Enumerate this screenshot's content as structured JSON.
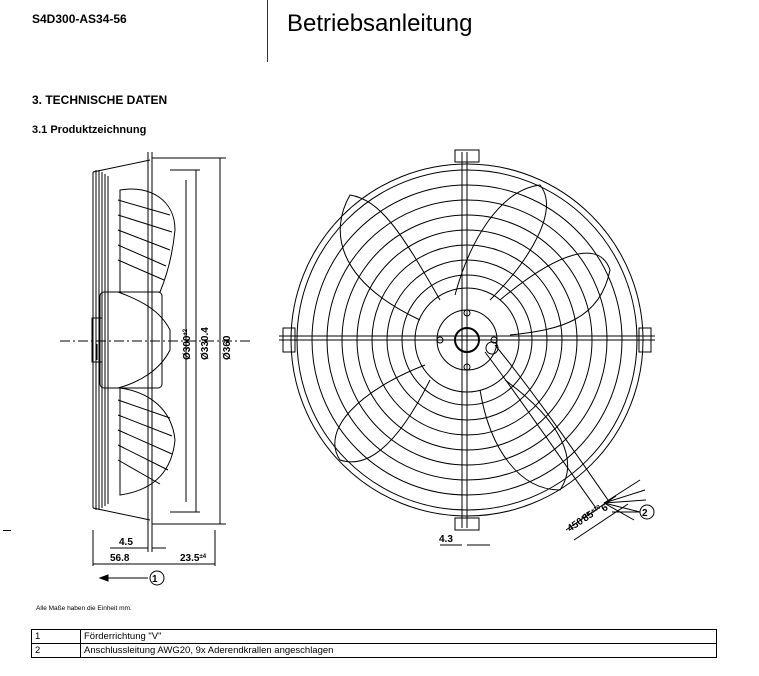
{
  "header": {
    "model": "S4D300-AS34-56",
    "title": "Betriebsanleitung"
  },
  "section": {
    "heading": "3. TECHNISCHE DATEN",
    "subheading": "3.1 Produktzeichnung"
  },
  "drawing": {
    "dim_inner": "Ø300",
    "dim_inner_tol": "±2",
    "dim_middle": "Ø330.4",
    "dim_outer": "Ø360",
    "dim_a": "4.5",
    "dim_b": "56.8",
    "dim_c": "23.5",
    "dim_c_tol": "±4",
    "dim_d": "4.3",
    "dim_e": "6",
    "dim_f": "85",
    "dim_f_tol": "±10",
    "dim_g": "450",
    "dim_g_tol": "+20",
    "callout_1": "1",
    "callout_2": "2"
  },
  "note": "Alle Maße haben die Einheit mm.",
  "legend": [
    {
      "num": "1",
      "text": "Förderrichtung \"V\""
    },
    {
      "num": "2",
      "text": "Anschlussleitung AWG20, 9x Aderendkrallen angeschlagen"
    }
  ]
}
